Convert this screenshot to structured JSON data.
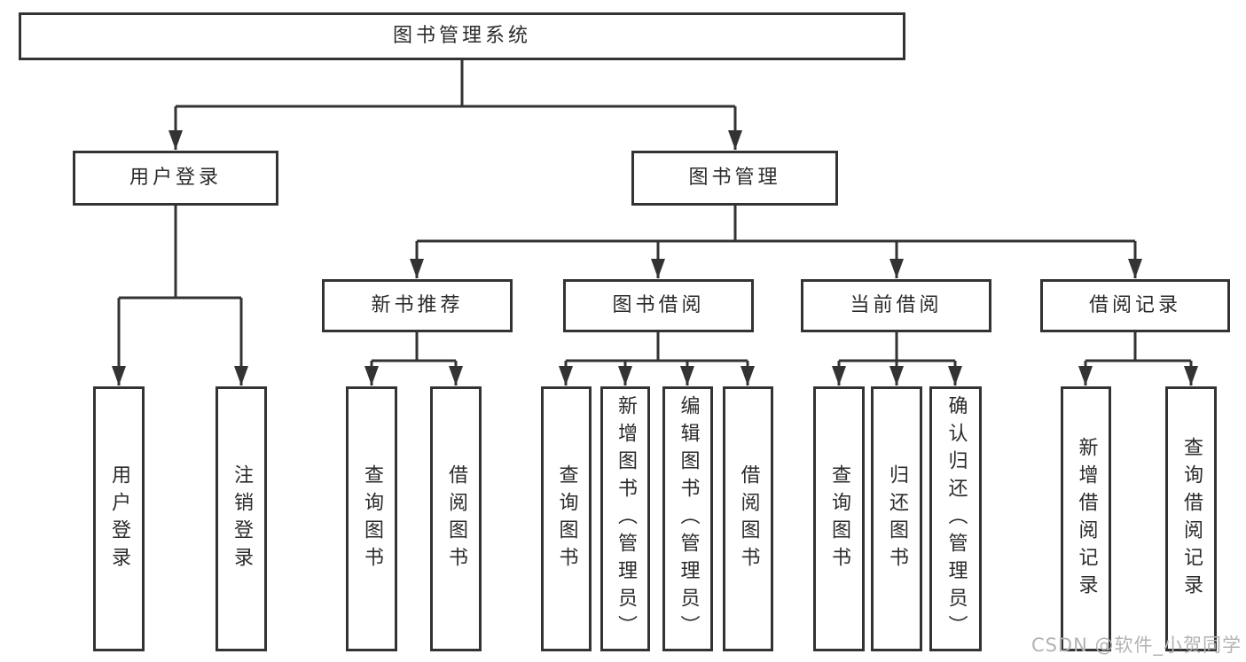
{
  "diagram": {
    "type": "tree",
    "root": {
      "label": "图书管理系统",
      "children": [
        {
          "label": "用户登录",
          "children": [
            {
              "label": "用户登录"
            },
            {
              "label": "注销登录"
            }
          ]
        },
        {
          "label": "图书管理",
          "children": [
            {
              "label": "新书推荐",
              "children": [
                {
                  "label": "查询图书"
                },
                {
                  "label": "借阅图书"
                }
              ]
            },
            {
              "label": "图书借阅",
              "children": [
                {
                  "label": "查询图书"
                },
                {
                  "label": "新增图书（管理员）"
                },
                {
                  "label": "编辑图书（管理员）"
                },
                {
                  "label": "借阅图书"
                }
              ]
            },
            {
              "label": "当前借阅",
              "children": [
                {
                  "label": "查询图书"
                },
                {
                  "label": "归还图书"
                },
                {
                  "label": "确认归还（管理员）"
                }
              ]
            },
            {
              "label": "借阅记录",
              "children": [
                {
                  "label": "新增借阅记录"
                },
                {
                  "label": "查询借阅记录"
                }
              ]
            }
          ]
        }
      ]
    },
    "watermark": "CSDN @软件_小贺同学",
    "colors": {
      "line": "#333333",
      "box_border": "#333333",
      "text": "#2b2b2b",
      "background": "#ffffff",
      "watermark": "#b3b3b3"
    }
  }
}
